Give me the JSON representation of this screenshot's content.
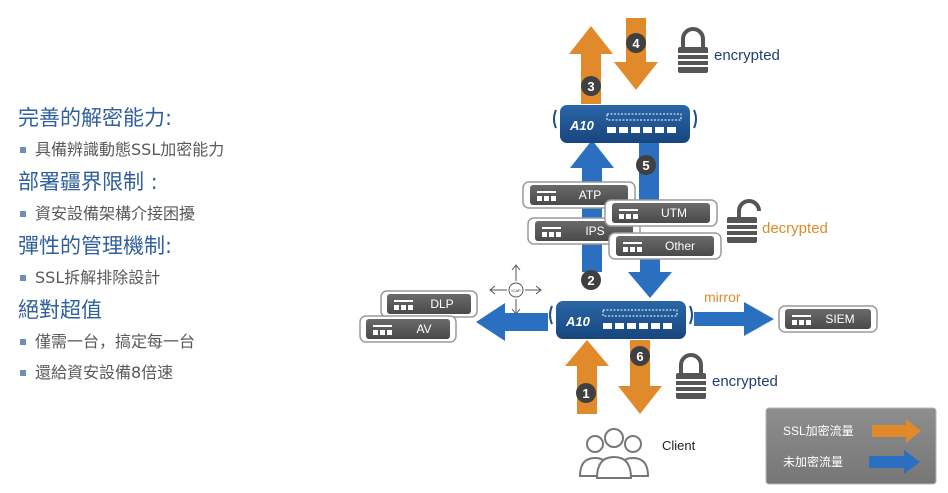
{
  "features": [
    {
      "heading": "完善的解密能力:",
      "bullets": [
        "具備辨識動態SSL加密能力"
      ]
    },
    {
      "heading": "部署疆界限制 :",
      "bullets": [
        "資安設備架構介接困擾"
      ]
    },
    {
      "heading": "彈性的管理機制:",
      "bullets": [
        "SSL拆解排除設計"
      ]
    },
    {
      "heading": "絕對超值",
      "bullets": [
        "僅需一台，搞定每一台",
        "還給資安設備8倍速"
      ]
    }
  ],
  "diagram": {
    "steps": [
      "1",
      "2",
      "3",
      "4",
      "5",
      "6"
    ],
    "labels": {
      "encrypted_top": "encrypted",
      "decrypted": "decrypted",
      "encrypted_bottom": "encrypted",
      "mirror": "mirror",
      "client": "Client",
      "icap": "ICAP"
    },
    "devices": {
      "adc_top_logo": "A10",
      "adc_bottom_logo": "A10",
      "atp": "ATP",
      "ips": "IPS",
      "utm": "UTM",
      "other": "Other",
      "dlp": "DLP",
      "av": "AV",
      "siem": "SIEM"
    },
    "legend": {
      "ssl_label": "SSL加密流量",
      "plain_label": "未加密流量"
    }
  },
  "colors": {
    "heading": "#2f5f9e",
    "body_text": "#595959",
    "orange_arrow": "#e08a2c",
    "blue_arrow": "#2b6fc0",
    "adc_box": "#1b4f8c",
    "appliance": "#555555",
    "badge": "#404040",
    "legend_bg": "#808080",
    "decrypted_text": "#e08a2c",
    "encrypted_text": "#1f3f73"
  }
}
